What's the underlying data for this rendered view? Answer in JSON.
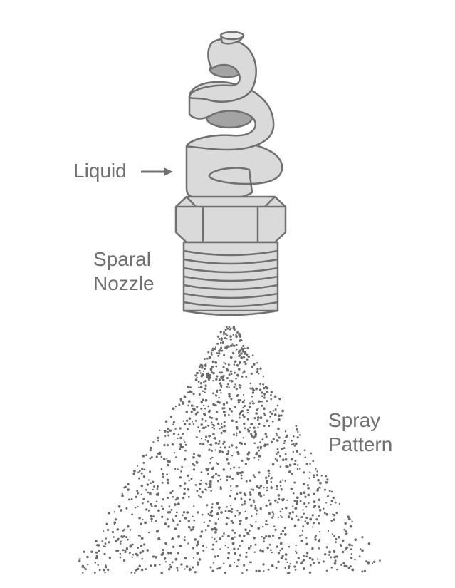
{
  "labels": {
    "liquid": "Liquid",
    "nozzle_line1": "Sparal",
    "nozzle_line2": "Nozzle",
    "spray_line1": "Spray",
    "spray_line2": "Pattern"
  },
  "colors": {
    "body_fill": "#dadada",
    "body_dark": "#a3a3a3",
    "stroke": "#707070",
    "text": "#707070",
    "droplet": "#6a6a6a"
  }
}
